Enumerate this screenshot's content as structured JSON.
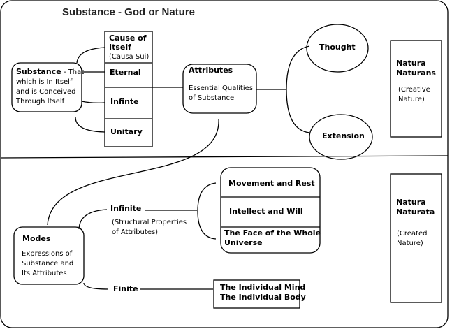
{
  "title": "Substance - God or Nature",
  "substance": {
    "label": "Substance",
    "desc_lines": [
      " - That",
      "which is In Itself",
      "and is Conceived",
      "Through Itself"
    ]
  },
  "properties": {
    "cause_lines": [
      "Cause of",
      "Itself"
    ],
    "causa_sui": "(Causa Sui)",
    "eternal": "Eternal",
    "infinite": "Infinte",
    "unitary": "Unitary"
  },
  "attributes": {
    "label": "Attributes",
    "desc_lines": [
      "Essential Qualities",
      "of Substance"
    ]
  },
  "thought": "Thought",
  "extension": "Extension",
  "natura_naturans": {
    "label_lines": [
      "Natura",
      "Naturans"
    ],
    "desc_lines": [
      "(Creative",
      "Nature)"
    ]
  },
  "modes": {
    "label": "Modes",
    "desc_lines": [
      "Expressions of",
      "Substance and",
      "Its Attributes"
    ]
  },
  "infinite_modes": {
    "label": "Infinite",
    "desc_lines": [
      "(Structural Properties",
      "of Attributes)"
    ]
  },
  "infinite_items": {
    "movement": "Movement and Rest",
    "intellect": "Intellect and Will",
    "face_lines": [
      "The Face of the Whole",
      "Universe"
    ]
  },
  "finite_modes": {
    "label": "Finite"
  },
  "finite_items": [
    "The Individual Mind",
    "The Individual Body"
  ],
  "natura_naturata": {
    "label_lines": [
      "Natura",
      "Naturata"
    ],
    "desc_lines": [
      "(Created",
      "Nature)"
    ]
  }
}
